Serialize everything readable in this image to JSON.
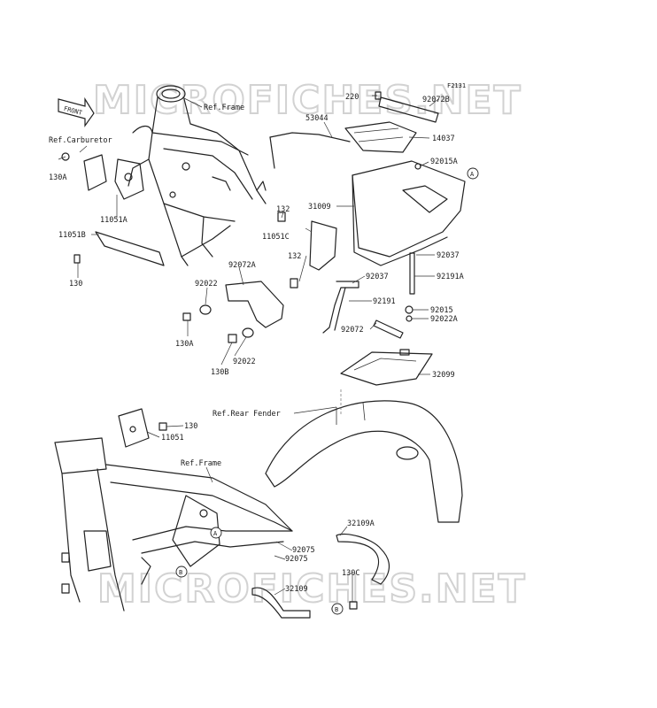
{
  "diagram": {
    "code": "F2131",
    "watermark": "MICROFICHES.NET",
    "front_label": "FRONT",
    "refs": {
      "frame_top": "Ref.Frame",
      "carburetor": "Ref.Carburetor",
      "rear_fender": "Ref.Rear Fender",
      "frame_bottom": "Ref.Frame"
    },
    "callouts": {
      "circle_a": "A",
      "circle_b": "B"
    },
    "parts": {
      "p220": "220",
      "p92072B": "92072B",
      "p53044": "53044",
      "p14037": "14037",
      "p92015A": "92015A",
      "p31009": "31009",
      "p132a": "132",
      "p11051C": "11051C",
      "p132b": "132",
      "p92037a": "92037",
      "p92191A": "92191A",
      "p92037b": "92037",
      "p92191": "92191",
      "p92015": "92015",
      "p92022A": "92022A",
      "p92072": "92072",
      "p32099": "32099",
      "p92072A": "92072A",
      "p92022a": "92022",
      "p130A_left": "130A",
      "p130A": "130A",
      "p92022b": "92022",
      "p130B": "130B",
      "p11051A": "11051A",
      "p11051B": "11051B",
      "p130_left": "130",
      "p130": "130",
      "p11051": "11051",
      "p32109A": "32109A",
      "p92075a": "92075",
      "p92075b": "92075",
      "p130C": "130C",
      "p32109": "32109"
    }
  }
}
